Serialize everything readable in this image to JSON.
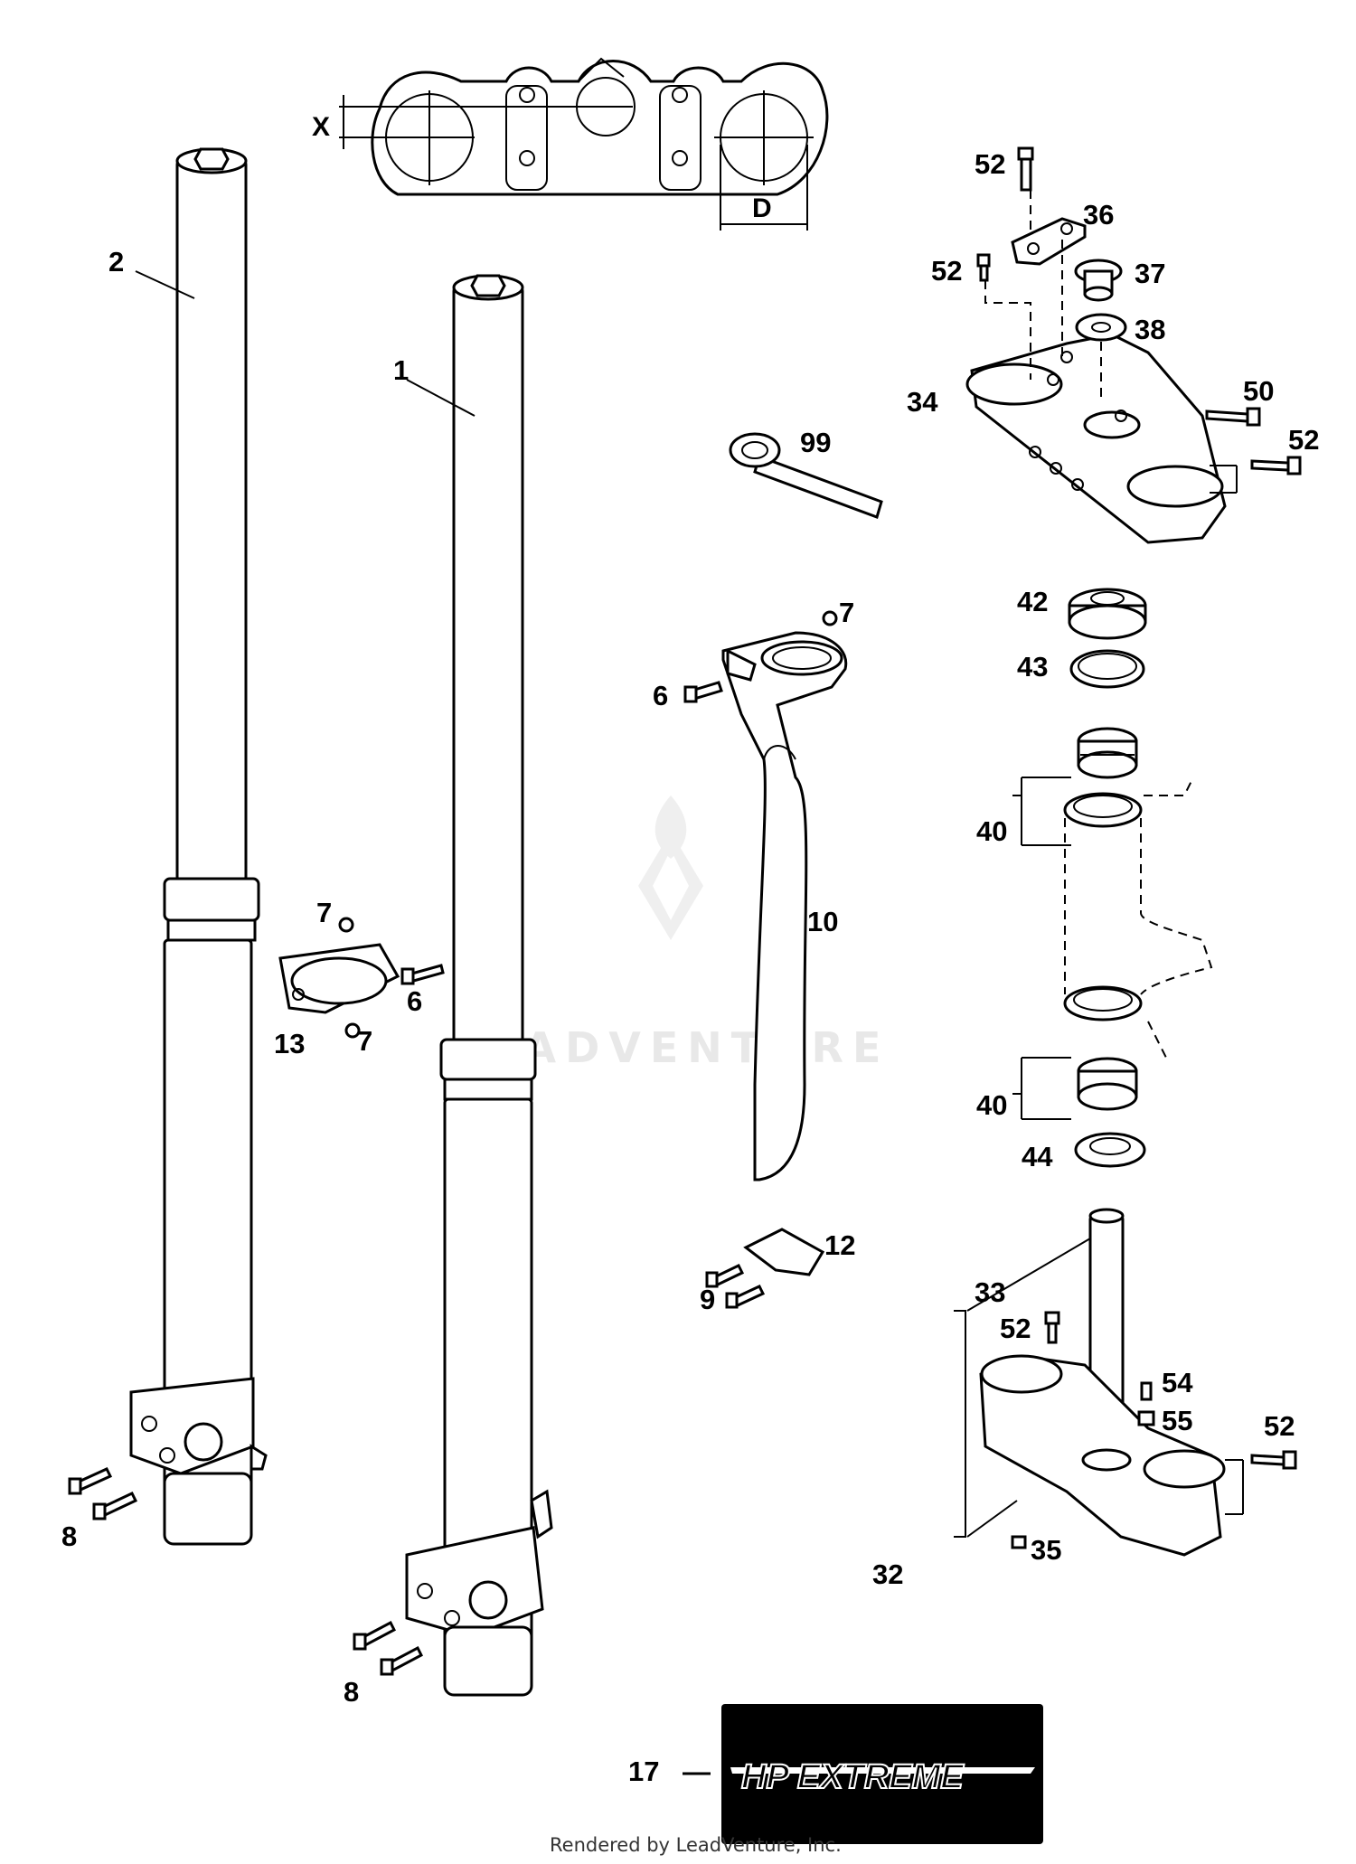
{
  "watermark": "PADVENTURE",
  "footer": "Rendered by LeadVenture, Inc.",
  "dimensions": {
    "x": "X",
    "d": "D"
  },
  "decal": {
    "dash": "—",
    "logo_text": "HP EXTREME"
  },
  "callouts": [
    {
      "id": "c2",
      "text": "2"
    },
    {
      "id": "c1",
      "text": "1"
    },
    {
      "id": "c7a",
      "text": "7"
    },
    {
      "id": "c6a",
      "text": "6"
    },
    {
      "id": "c13",
      "text": "13"
    },
    {
      "id": "c7b",
      "text": "7"
    },
    {
      "id": "c8a",
      "text": "8"
    },
    {
      "id": "c8b",
      "text": "8"
    },
    {
      "id": "c99",
      "text": "99"
    },
    {
      "id": "c7c",
      "text": "7"
    },
    {
      "id": "c6b",
      "text": "6"
    },
    {
      "id": "c10",
      "text": "10"
    },
    {
      "id": "c12",
      "text": "12"
    },
    {
      "id": "c9",
      "text": "9"
    },
    {
      "id": "c17",
      "text": "17"
    },
    {
      "id": "c52a",
      "text": "52"
    },
    {
      "id": "c36",
      "text": "36"
    },
    {
      "id": "c52b",
      "text": "52"
    },
    {
      "id": "c37",
      "text": "37"
    },
    {
      "id": "c38",
      "text": "38"
    },
    {
      "id": "c34",
      "text": "34"
    },
    {
      "id": "c50",
      "text": "50"
    },
    {
      "id": "c52c",
      "text": "52"
    },
    {
      "id": "c42",
      "text": "42"
    },
    {
      "id": "c43",
      "text": "43"
    },
    {
      "id": "c40a",
      "text": "40"
    },
    {
      "id": "c40b",
      "text": "40"
    },
    {
      "id": "c44",
      "text": "44"
    },
    {
      "id": "c33",
      "text": "33"
    },
    {
      "id": "c52d",
      "text": "52"
    },
    {
      "id": "c54",
      "text": "54"
    },
    {
      "id": "c55",
      "text": "55"
    },
    {
      "id": "c52e",
      "text": "52"
    },
    {
      "id": "c32",
      "text": "32"
    },
    {
      "id": "c35",
      "text": "35"
    }
  ]
}
